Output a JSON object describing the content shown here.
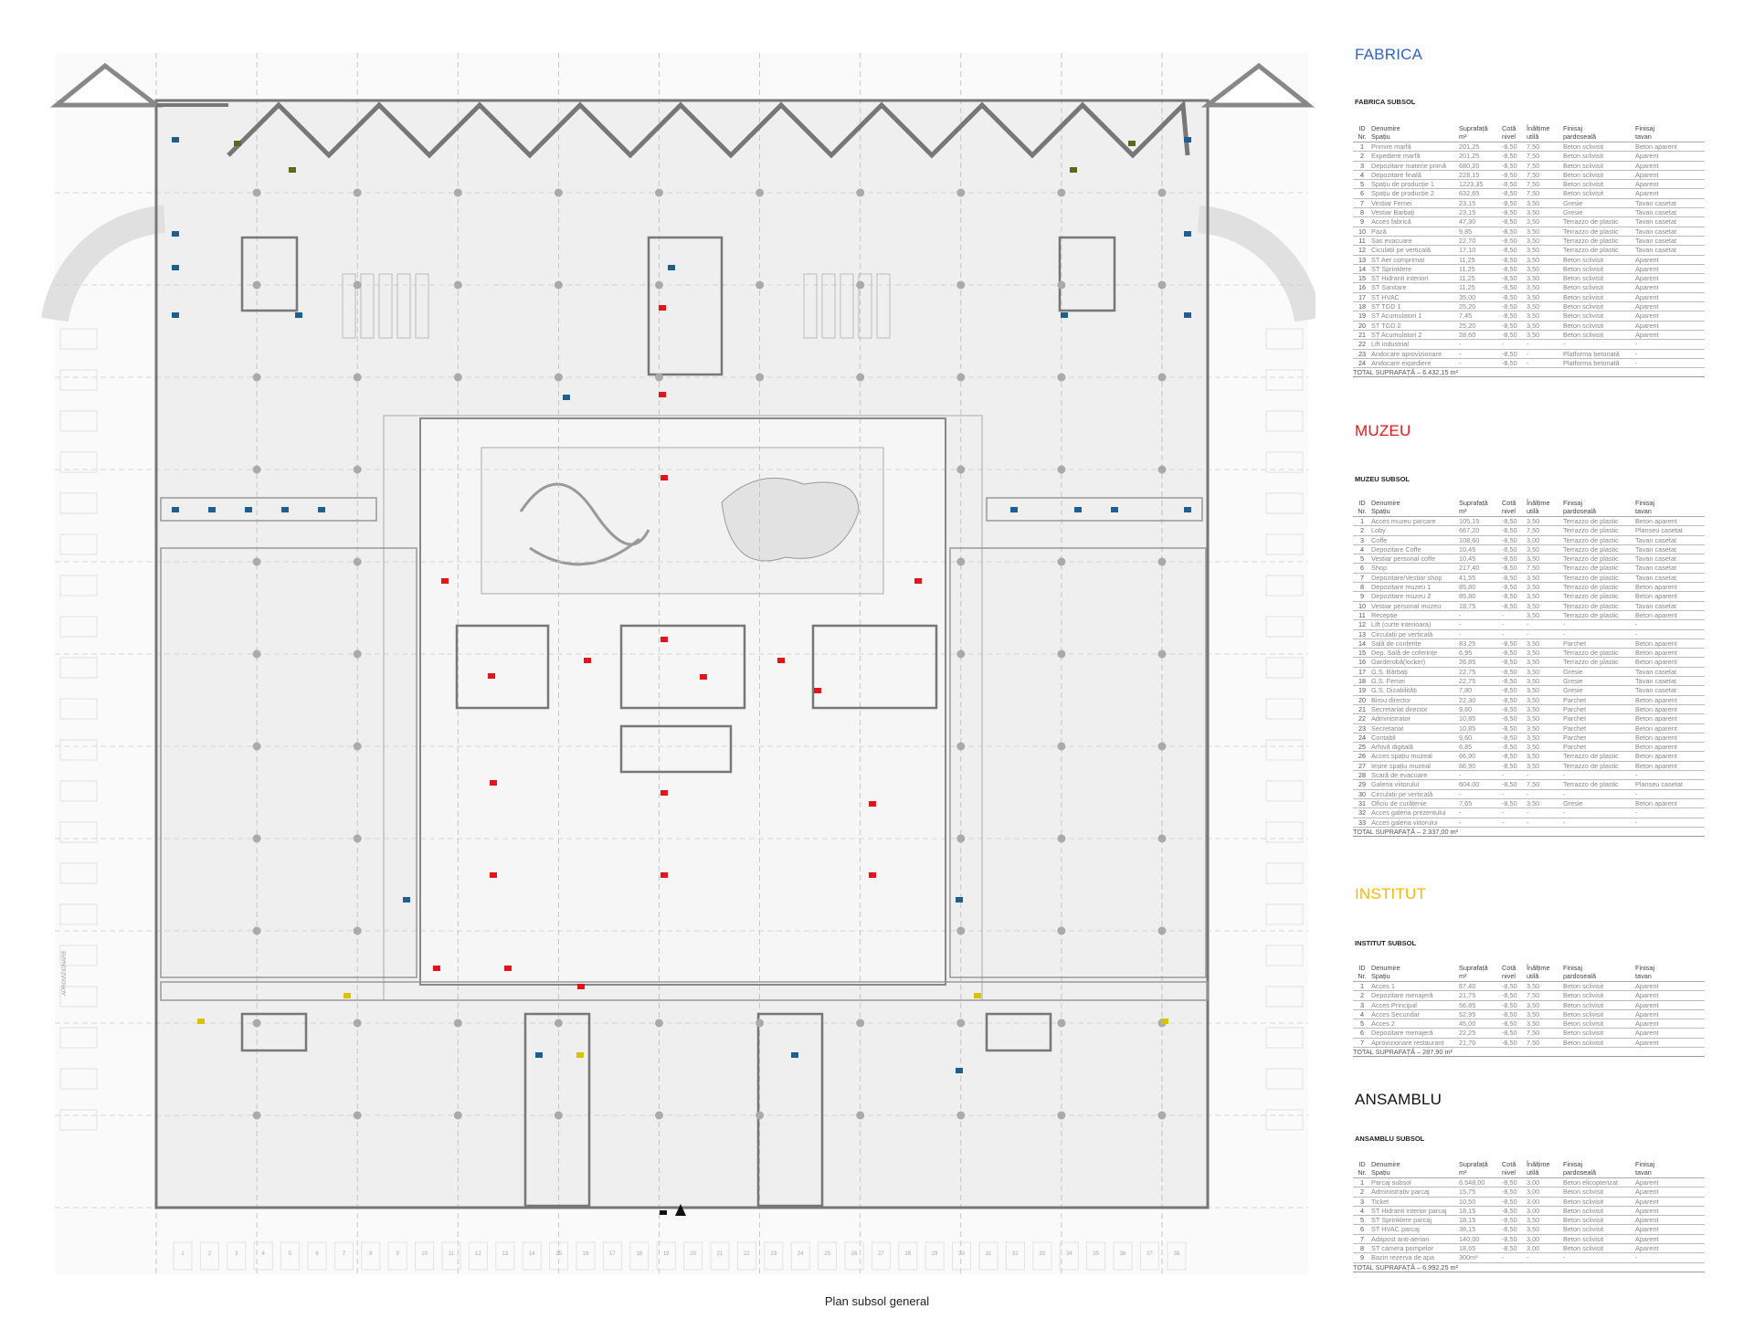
{
  "caption": "Plan subsol general",
  "plan": {
    "north_arrow": "north-arrow-icon",
    "parking_numbers": [
      "1",
      "2",
      "3",
      "4",
      "5",
      "6",
      "7",
      "8",
      "9",
      "10",
      "11",
      "12",
      "13",
      "14",
      "15",
      "16",
      "17",
      "18",
      "19",
      "20",
      "21",
      "22",
      "23",
      "24",
      "25",
      "26",
      "27",
      "28",
      "29",
      "30",
      "31",
      "32",
      "33",
      "34",
      "35",
      "36",
      "37",
      "38"
    ],
    "side_label": "APROVIZIONARE"
  },
  "colors": {
    "fabrica": "#2f62c9",
    "muzeu": "#e8141b",
    "institut": "#f5b800",
    "ansamblu": "#111111",
    "tag_blue": "#1f5f8f",
    "tag_red": "#e5131b",
    "tag_yellow": "#d8c300",
    "tag_green": "#5a6a1a"
  },
  "headers": {
    "id": [
      "ID",
      "Nr."
    ],
    "name": [
      "Denumire",
      "Spațiu"
    ],
    "area": [
      "Suprafață",
      "m²"
    ],
    "level": [
      "Cotă",
      "nivel"
    ],
    "height": [
      "Înălțime",
      "utilă"
    ],
    "floor": [
      "Finisaj",
      "pardoseală"
    ],
    "ceiling": [
      "Finisaj",
      "tavan"
    ]
  },
  "sections": [
    {
      "key": "fabrica",
      "title": "FABRICA",
      "subtitle": "FABRICA SUBSOL",
      "rows": [
        [
          "1",
          "Primire marfă",
          "201,25",
          "-8,50",
          "7,50",
          "Beton sclivisit",
          "Beton aparent"
        ],
        [
          "2",
          "Expediere marfă",
          "201,25",
          "-8,50",
          "7,50",
          "Beton sclivisit",
          "Aparent"
        ],
        [
          "3",
          "Depozitare materie primă",
          "680,20",
          "-8,50",
          "7,50",
          "Beton sclivisit",
          "Aparent"
        ],
        [
          "4",
          "Depozitare finală",
          "228,15",
          "-8,50",
          "7,50",
          "Beton sclivisit",
          "Aparent"
        ],
        [
          "5",
          "Spațiu de producție 1",
          "1223,35",
          "-8,50",
          "7,50",
          "Beton sclivisit",
          "Aparent"
        ],
        [
          "6",
          "Spațiu de producție 2",
          "632,65",
          "-8,50",
          "7,50",
          "Beton sclivisit",
          "Aparent"
        ],
        [
          "7",
          "Vestiar Femei",
          "23,15",
          "-8,50",
          "3,50",
          "Gresie",
          "Tavan casetat"
        ],
        [
          "8",
          "Vestiar Barbați",
          "23,15",
          "-8,50",
          "3,50",
          "Gresie",
          "Tavan casetat"
        ],
        [
          "9",
          "Acces fabrică",
          "47,30",
          "-8,50",
          "3,50",
          "Terrazzo de plastic",
          "Tavan casetat"
        ],
        [
          "10",
          "Pază",
          "9,85",
          "-8,50",
          "3,50",
          "Terrazzo de plastic",
          "Tavan casetat"
        ],
        [
          "11",
          "Sas evacuare",
          "22,70",
          "-8,50",
          "3,50",
          "Terrazzo de plastic",
          "Tavan casetat"
        ],
        [
          "12",
          "Ciculații pe verticală",
          "17,10",
          "-8,50",
          "3,50",
          "Terrazzo de plastic",
          "Tavan casetat"
        ],
        [
          "13",
          "ST Aer comprimat",
          "11,25",
          "-8,50",
          "3,50",
          "Beton sclivisit",
          "Aparent"
        ],
        [
          "14",
          "ST Sprinklere",
          "11,25",
          "-8,50",
          "3,50",
          "Beton sclivisit",
          "Aparent"
        ],
        [
          "15",
          "ST Hidranti interiori",
          "11,25",
          "-8,50",
          "3,50",
          "Beton sclivisit",
          "Aparent"
        ],
        [
          "16",
          "ST Sanitare",
          "11,25",
          "-8,50",
          "3,50",
          "Beton sclivisit",
          "Aparent"
        ],
        [
          "17",
          "ST HVAC",
          "35,00",
          "-8,50",
          "3,50",
          "Beton sclivisit",
          "Aparent"
        ],
        [
          "18",
          "ST TGD 1",
          "25,20",
          "-8,50",
          "3,50",
          "Beton sclivisit",
          "Aparent"
        ],
        [
          "19",
          "ST Acumulatori 1",
          "7,45",
          "-8,50",
          "3,50",
          "Beton sclivisit",
          "Aparent"
        ],
        [
          "20",
          "ST TGD 2",
          "25,20",
          "-8,50",
          "3,50",
          "Beton sclivisit",
          "Aparent"
        ],
        [
          "21",
          "ST Acumulatori 2",
          "28,60",
          "-8,50",
          "3,50",
          "Beton sclivisit",
          "Aparent"
        ],
        [
          "22",
          "Lift industrial",
          "-",
          "-",
          "-",
          "-",
          "-"
        ],
        [
          "23",
          "Andocare aprovizionare",
          "-",
          "-8,50",
          "-",
          "Platforma betonată",
          "-"
        ],
        [
          "24",
          "Andocare expediere",
          "-",
          "-8,50",
          "-",
          "Platforma betonată",
          "-"
        ]
      ],
      "total": "TOTAL SUPRAFAȚĂ – 6.432,15  m²"
    },
    {
      "key": "muzeu",
      "title": "MUZEU",
      "subtitle": "MUZEU SUBSOL",
      "rows": [
        [
          "1",
          "Acces muzeu parcare",
          "105,15",
          "-8,50",
          "3,50",
          "Terrazzo de plastic",
          "Beton aparent"
        ],
        [
          "2",
          "Loby",
          "667,20",
          "-8,50",
          "7,50",
          "Terrazzo de plastic",
          "Planseu casetat"
        ],
        [
          "3",
          "Coffe",
          "108,60",
          "-8,50",
          "3,00",
          "Terrazzo de plastic",
          "Tavan casetat"
        ],
        [
          "4",
          "Depozitare Coffe",
          "10,45",
          "-8,50",
          "3,50",
          "Terrazzo de plastic",
          "Tavan casetat"
        ],
        [
          "5",
          "Vestiar personal coffe",
          "10,45",
          "-8,50",
          "3,50",
          "Terrazzo de plastic",
          "Tavan casetat"
        ],
        [
          "6",
          "Shop",
          "217,40",
          "-8,50",
          "7,50",
          "Terrazzo de plastic",
          "Tavan casetat"
        ],
        [
          "7",
          "Depozitare/Vestiar shop",
          "41,55",
          "-8,50",
          "3,50",
          "Terrazzo de plastic",
          "Tavan casetat"
        ],
        [
          "8",
          "Depozitare muzeu 1",
          "85,80",
          "-8,50",
          "3,50",
          "Terrazzo de plastic",
          "Beton aparent"
        ],
        [
          "9",
          "Depozitare muzeu 2",
          "85,80",
          "-8,50",
          "3,50",
          "Terrazzo de plastic",
          "Beton aparent"
        ],
        [
          "10",
          "Vestiar personal muzeu",
          "18,75",
          "-8,50",
          "3,50",
          "Terrazzo de plastic",
          "Tavan casetat"
        ],
        [
          "11",
          "Recepție",
          "-",
          "-",
          "3,50",
          "Terrazzo de plastic",
          "Beton aparent"
        ],
        [
          "12",
          "Lift (curte interioara)",
          "-",
          "-",
          "-",
          "-",
          "-"
        ],
        [
          "13",
          "Circulații pe verticală",
          "-",
          "-",
          "-",
          "-",
          "-"
        ],
        [
          "14",
          "Salâ de conferițe",
          "83,25",
          "-8,50",
          "3,50",
          "Parchet",
          "Beton aparent"
        ],
        [
          "15",
          "Dep. Salâ de coferințe",
          "6,95",
          "-8,50",
          "3,50",
          "Terrazzo de plastic",
          "Beton aparent"
        ],
        [
          "16",
          "Garderobă(locker)",
          "26,85",
          "-8,50",
          "3,50",
          "Terrazzo de plastic",
          "Beton aparent"
        ],
        [
          "17",
          "G.S. Bărbați",
          "22,75",
          "-8,50",
          "3,50",
          "Gresie",
          "Tavan casetat"
        ],
        [
          "18",
          "G.S. Femei",
          "22,75",
          "-8,50",
          "3,50",
          "Gresie",
          "Tavan casetat"
        ],
        [
          "19",
          "G.S. Dizabilități",
          "7,80",
          "-8,50",
          "3,50",
          "Gresie",
          "Tavan casetat"
        ],
        [
          "20",
          "Birou director",
          "22,30",
          "-8,50",
          "3,50",
          "Parchet",
          "Beton aparent"
        ],
        [
          "21",
          "Secretariat director",
          "9,60",
          "-8,50",
          "3,50",
          "Parchet",
          "Beton aparent"
        ],
        [
          "22",
          "Administrator",
          "10,85",
          "-8,50",
          "3,50",
          "Parchet",
          "Beton aparent"
        ],
        [
          "23",
          "Secretariat",
          "10,85",
          "-8,50",
          "3,50",
          "Parchet",
          "Beton aparent"
        ],
        [
          "24",
          "Contabil",
          "9,60",
          "-8,50",
          "3,50",
          "Parchet",
          "Beton aparent"
        ],
        [
          "25",
          "Arhivă digitală",
          "6,85",
          "-8,50",
          "3,50",
          "Parchet",
          "Beton aparent"
        ],
        [
          "26",
          "Acces spațiu muzeal",
          "66,90",
          "-8,50",
          "3,50",
          "Terrazzo de plastic",
          "Beton aparent"
        ],
        [
          "27",
          "Ieșire spațiu muzeal",
          "66,90",
          "-8,50",
          "3,50",
          "Terrazzo de plastic",
          "Beton aparent"
        ],
        [
          "28",
          "Scară de evacuare",
          "-",
          "-",
          "-",
          "-",
          "-"
        ],
        [
          "29",
          "Galeria viitorului",
          "604,00",
          "-8,50",
          "7,50",
          "Terrazzo de plastic",
          "Planseu casetat"
        ],
        [
          "30",
          "Circulații pe verticală",
          "-",
          "-",
          "-",
          "-",
          "-"
        ],
        [
          "31",
          "Oficiu de curățenie",
          "7,65",
          "-8,50",
          "3,50",
          "Gresie",
          "Beton aparent"
        ],
        [
          "32",
          "Acces galeria prezentului",
          "-",
          "-",
          "-",
          "-",
          "-"
        ],
        [
          "33",
          "Acces galeria viitorului",
          "-",
          "-",
          "-",
          "-",
          "-"
        ]
      ],
      "total": "TOTAL SUPRAFAȚĂ – 2.337,00  m²"
    },
    {
      "key": "institut",
      "title": "INSTITUT",
      "subtitle": "INSTITUT SUBSOL",
      "rows": [
        [
          "1",
          "Acces 1",
          "67,40",
          "-8,50",
          "3,50",
          "Beton sclivisit",
          "Aparent"
        ],
        [
          "2",
          "Depozitare menajeră",
          "21,75",
          "-8,50",
          "7,50",
          "Beton sclivisit",
          "Aparent"
        ],
        [
          "3",
          "Acces Principal",
          "56,85",
          "-8,50",
          "3,50",
          "Beton sclivisit",
          "Aparent"
        ],
        [
          "4",
          "Acces Secundar",
          "52,95",
          "-8,50",
          "3,50",
          "Beton sclivisit",
          "Aparent"
        ],
        [
          "5",
          "Acces 2",
          "45,00",
          "-8,50",
          "3,50",
          "Beton sclivisit",
          "Aparent"
        ],
        [
          "6",
          "Depozitare menajeră",
          "22,25",
          "-8,50",
          "7,50",
          "Beton sclivisit",
          "Aparent"
        ],
        [
          "7",
          "Aprovizionare restaurant",
          "21,70",
          "-8,50",
          "7,50",
          "Beton sclivisit",
          "Aparent"
        ]
      ],
      "total": "TOTAL SUPRAFAȚĂ – 287,90  m²"
    },
    {
      "key": "ansamblu",
      "title": "ANSAMBLU",
      "subtitle": "ANSAMBLU SUBSOL",
      "rows": [
        [
          "1",
          "Parcaj subsol",
          "6.548,00",
          "-8,50",
          "3,00",
          "Beton elicopterizat",
          "Aparent"
        ],
        [
          "2",
          "Administrativ parcaj",
          "15,75",
          "-8,50",
          "3,00",
          "Beton sclivisit",
          "Aparent"
        ],
        [
          "3",
          "Ticket",
          "10,50",
          "-8,50",
          "3,00",
          "Beton sclivisit",
          "Aparent"
        ],
        [
          "4",
          "ST Hidranti interior parcaj",
          "18,15",
          "-8,50",
          "3,00",
          "Beton sclivisit",
          "Aparent"
        ],
        [
          "5",
          "ST Sprinklere parcaj",
          "18,15",
          "-8,50",
          "3,50",
          "Beton sclivisit",
          "Aparent"
        ],
        [
          "6",
          "ST HVAC parcaj",
          "38,15",
          "-8,50",
          "3,50",
          "Beton sclivisit",
          "Aparent"
        ],
        [
          "7",
          "Adapost anti-aerian",
          "140,00",
          "-8,50",
          "3,00",
          "Beton sclivisit",
          "Aparent"
        ],
        [
          "8",
          "ST camera pompelor",
          "18,65",
          "-8,50",
          "3,00",
          "Beton sclivisit",
          "Aparent"
        ],
        [
          "9",
          "Bazin rezerva de apa",
          "300m³",
          "-",
          "-",
          "-",
          "-"
        ]
      ],
      "total": "TOTAL SUPRAFAȚĂ – 6.992,25  m²"
    }
  ]
}
